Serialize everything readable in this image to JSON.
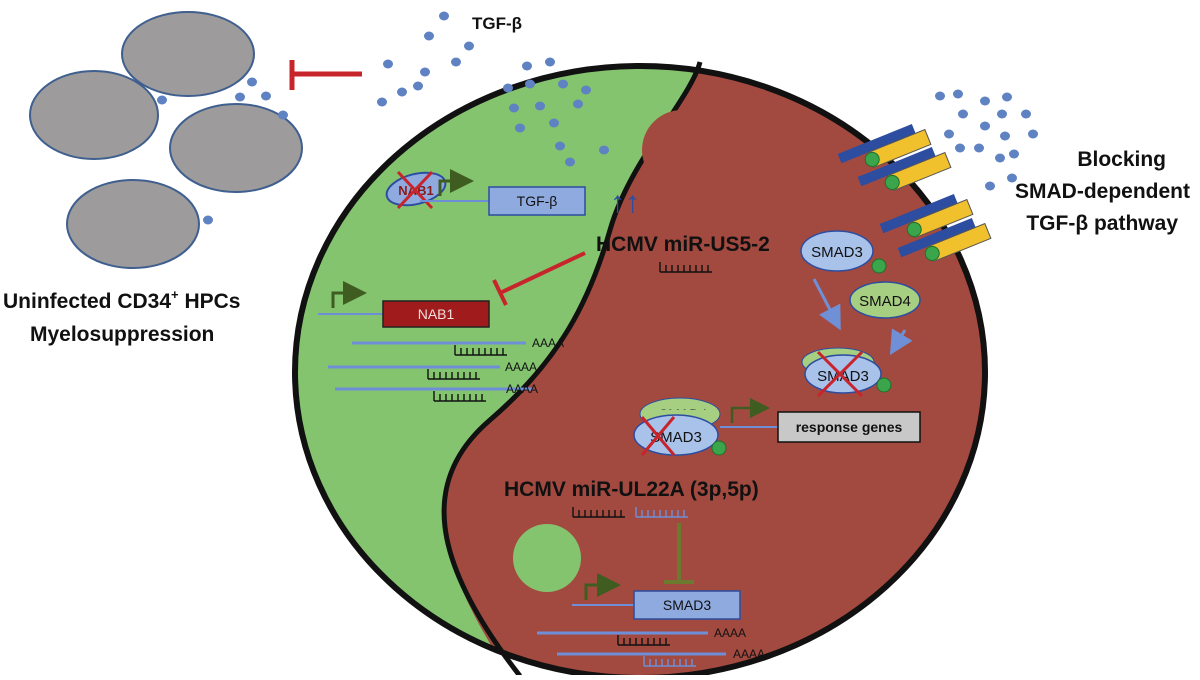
{
  "colors": {
    "green_half": "#84c46f",
    "red_half": "#a34a40",
    "outline": "#111111",
    "hpc_cell": "#9d9b9b",
    "hpc_border": "#3f5f8f",
    "tgf_dot": "#5f82c2",
    "inhibit_red": "#c8242b",
    "box_blue": "#8faadf",
    "nab1_box": "#a01b1b",
    "smad_fill": "#a9c2ea",
    "smad4_fill": "#a6cf82",
    "phos_green": "#3aa54a",
    "receptor_blue": "#2c4da0",
    "receptor_yellow": "#f0c12c",
    "arrow_green": "#3f5c21",
    "arrow_blue": "#6f8fd6",
    "mrna_line": "#6f8ed8",
    "response_box": "#c8c8c8"
  },
  "labels": {
    "tgf_beta_top": "TGF-β",
    "left_caption_line1": "Uninfected CD34",
    "left_caption_sup": "+",
    "left_caption_line1_end": " HPCs",
    "left_caption_line2": "Myelosuppression",
    "right_caption_line1": "Blocking",
    "right_caption_line2": "SMAD-dependent",
    "right_caption_line3": "TGF-β pathway",
    "nab1_small": "NAB1",
    "tgf_box": "TGF-β",
    "up_arrows": "↑↑",
    "mir_us5": "HCMV miR-US5-2",
    "nab1_gene": "NAB1",
    "polyA_1": "AAAA",
    "polyA_2": "AAAA",
    "polyA_3": "AAAA",
    "smad3_upper": "SMAD3",
    "smad4_mid": "SMAD4",
    "smad3_crossed_right": "SMAD3",
    "smad4_partial": "SMAD4",
    "smad3_crossed_center": "SMAD3",
    "response_genes": "response genes",
    "mir_ul22a": "HCMV miR-UL22A (3p,5p)",
    "smad3_gene": "SMAD3",
    "polyA_4": "AAAA",
    "polyA_5": "AAAA"
  }
}
